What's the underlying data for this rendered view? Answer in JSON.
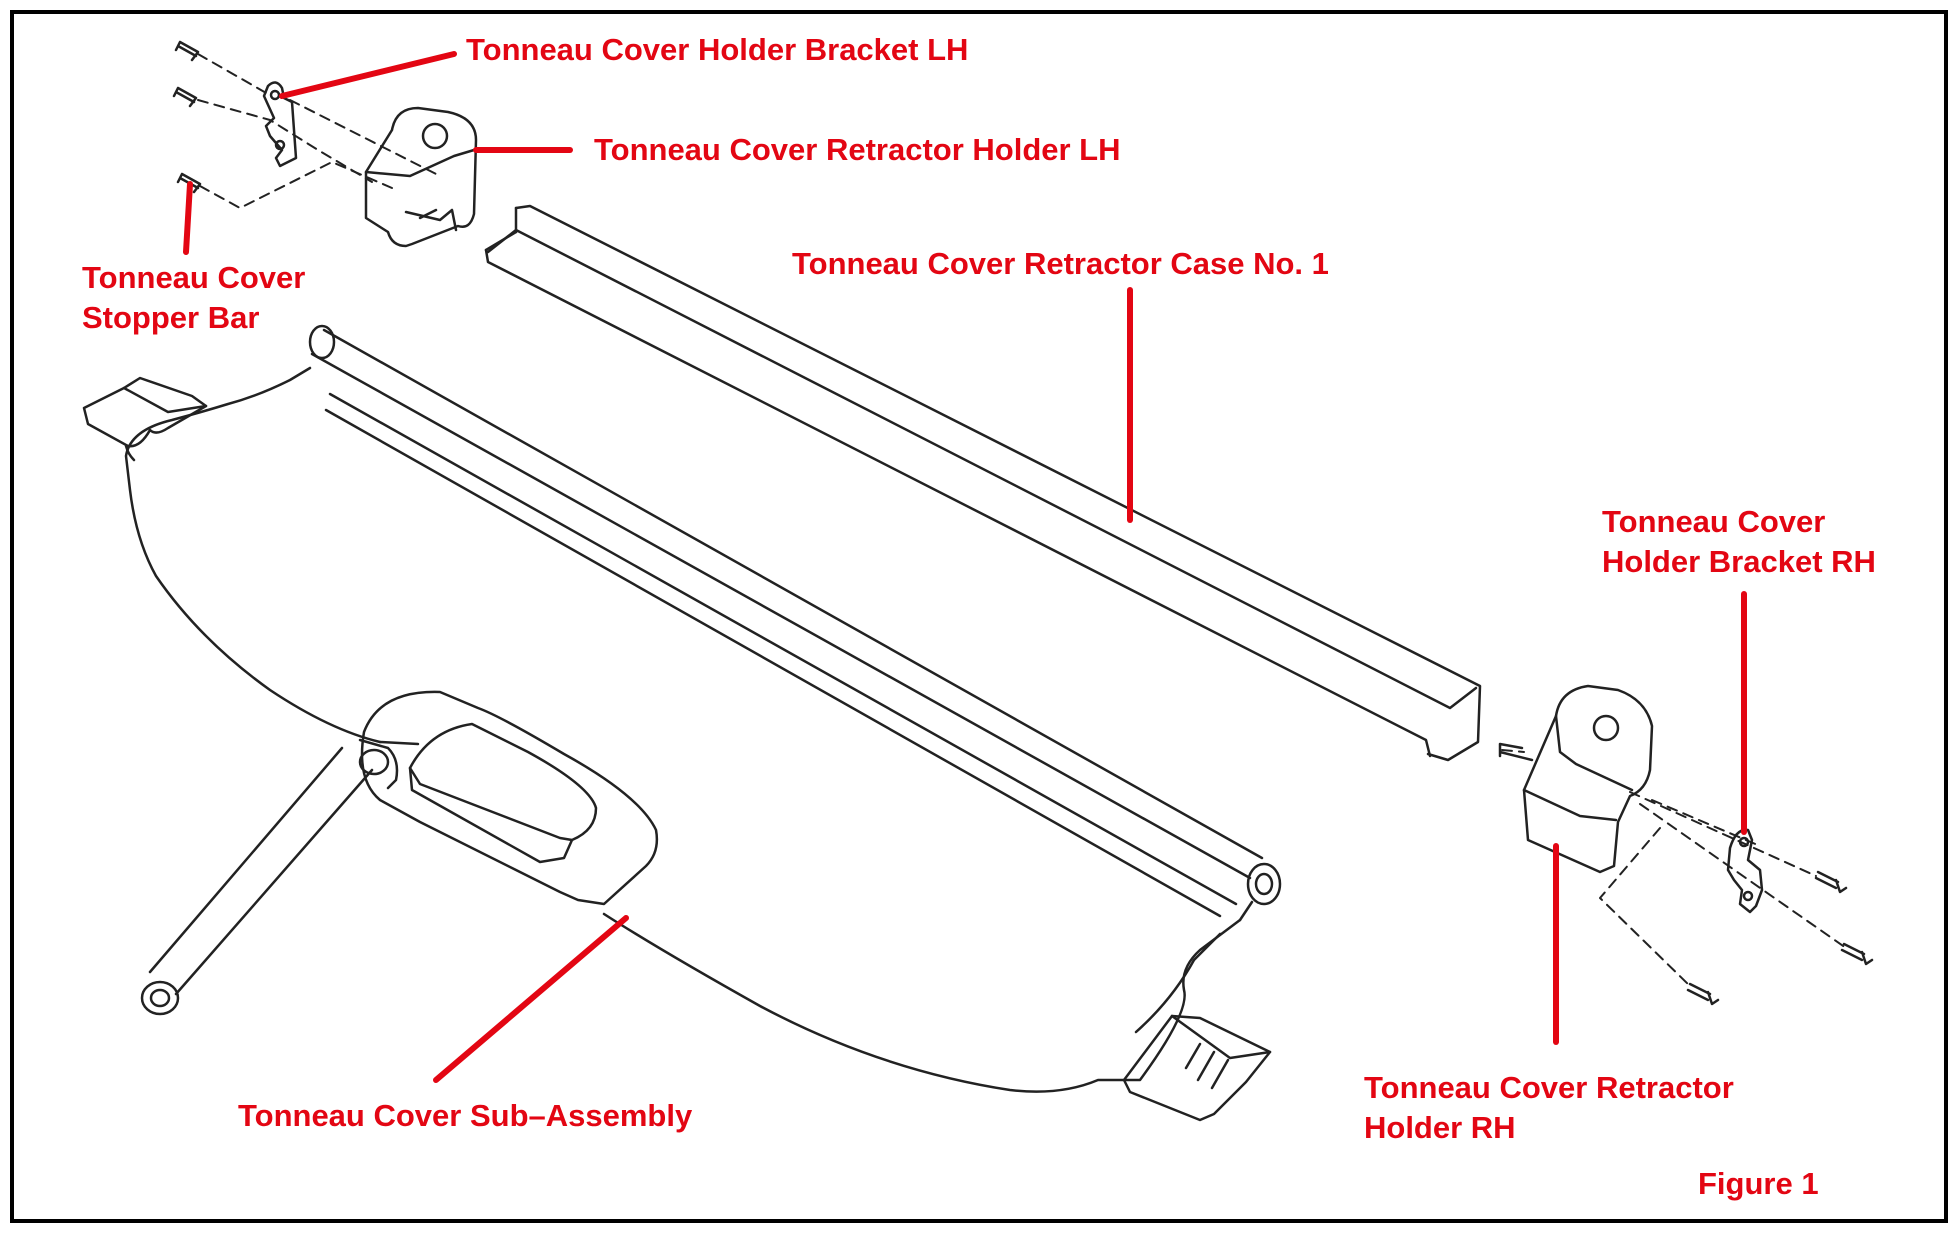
{
  "labels": {
    "holder_bracket_lh": "Tonneau Cover Holder Bracket LH",
    "retractor_holder_lh": "Tonneau Cover Retractor Holder LH",
    "stopper_bar": {
      "line1": "Tonneau Cover",
      "line2": "Stopper Bar"
    },
    "retractor_case": "Tonneau Cover Retractor Case No. 1",
    "holder_bracket_rh": {
      "line1": "Tonneau Cover",
      "line2": "Holder Bracket RH"
    },
    "sub_assembly": "Tonneau Cover Sub–Assembly",
    "retractor_holder_rh": {
      "line1": "Tonneau Cover Retractor",
      "line2": "Holder RH"
    },
    "figure": "Figure 1"
  },
  "colors": {
    "callout": "#e30613",
    "drawing": "#222222",
    "frame": "#000000",
    "background": "#ffffff"
  }
}
